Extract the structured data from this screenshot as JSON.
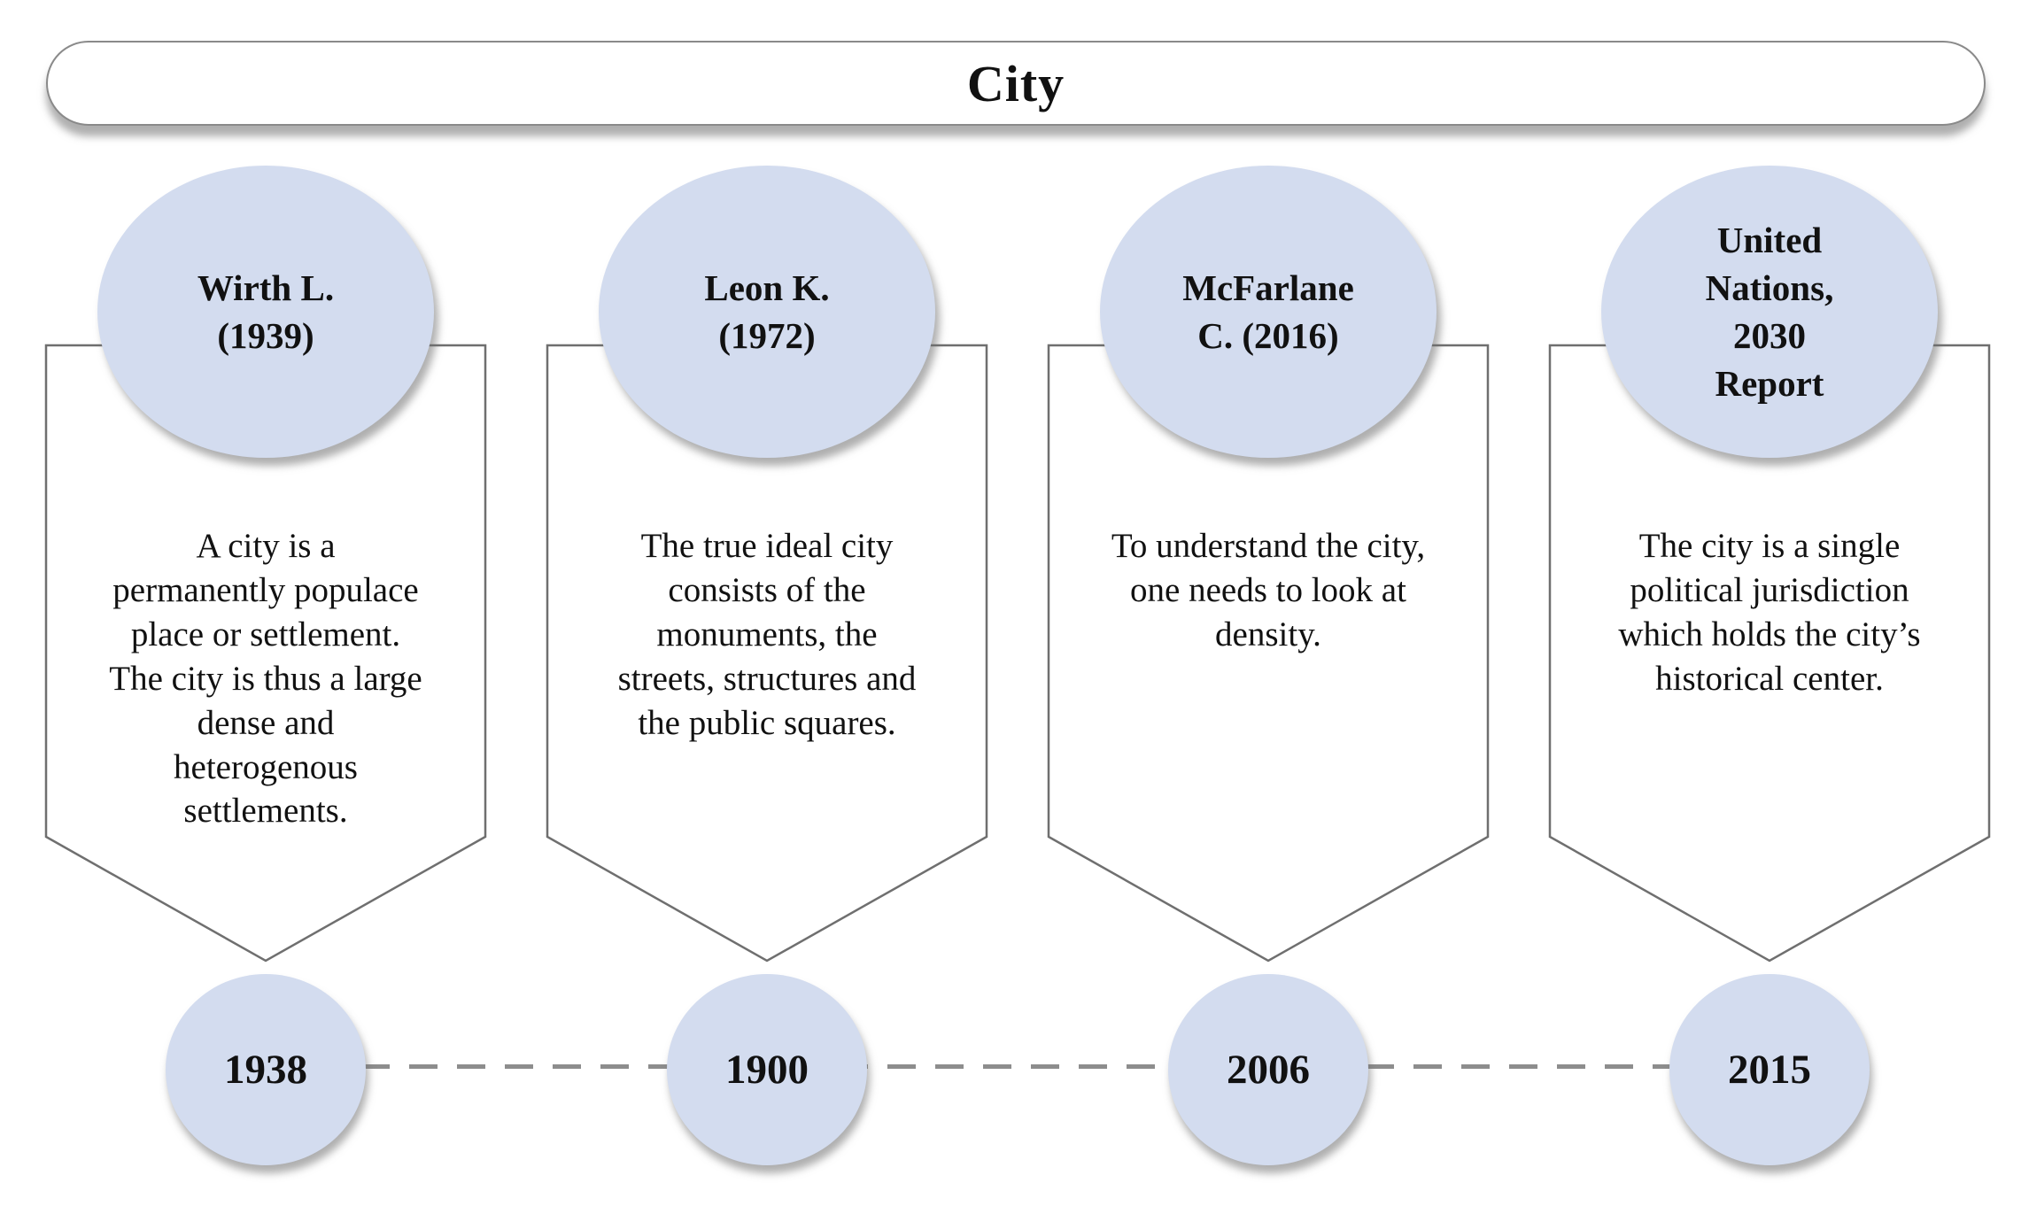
{
  "header": {
    "title": "City"
  },
  "columns": [
    {
      "author": "Wirth L.\n(1939)",
      "definition": "A city is a\npermanently populace\nplace or settlement.\nThe city is thus a large\ndense and\nheterogenous\nsettlements.",
      "year": "1938"
    },
    {
      "author": "Leon K.\n(1972)",
      "definition": "The true ideal city\nconsists of the\nmonuments, the\nstreets, structures and\nthe public squares.",
      "year": "1900"
    },
    {
      "author": "McFarlane\nC. (2016)",
      "definition": "To understand the city,\none needs to look at\ndensity.",
      "year": "2006"
    },
    {
      "author": "United\nNations,\n2030\nReport",
      "definition": "The city is a single\npolitical jurisdiction\nwhich holds the city’s\nhistorical center.",
      "year": "2015"
    }
  ],
  "colors": {
    "node_fill": "#d3dcef",
    "banner_border": "#6f6f6f",
    "connector": "#8d8d8d"
  }
}
